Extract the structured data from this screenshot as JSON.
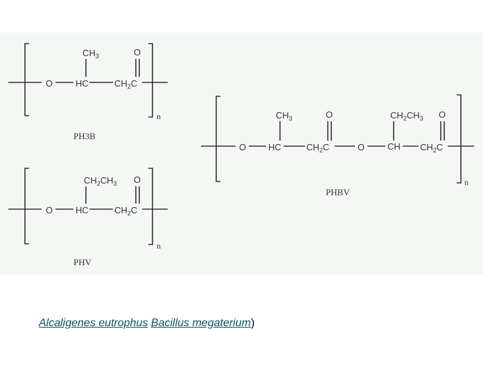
{
  "figure": {
    "ph3b": {
      "name": "PH3B",
      "atoms": {
        "o": "O",
        "hc": "HC",
        "ch2": "CH",
        "ch2_sub": "2",
        "c": "C",
        "carbonyl_o": "O"
      },
      "side_chain": {
        "base": "CH",
        "sub": "3"
      },
      "repeat": "n"
    },
    "phv": {
      "name": "PHV",
      "atoms": {
        "o": "O",
        "hc": "HC",
        "ch2": "CH",
        "ch2_sub": "2",
        "c": "C",
        "carbonyl_o": "O"
      },
      "side_chain": {
        "a": "CH",
        "a_sub": "2",
        "b": "CH",
        "b_sub": "3"
      },
      "repeat": "n"
    },
    "phbv": {
      "name": "PHBV",
      "atoms": {
        "o1": "O",
        "hc": "HC",
        "ch2a": "CH",
        "ch2a_sub": "2",
        "c1": "C",
        "o1_carbonyl": "O",
        "o2": "O",
        "ch": "CH",
        "ch2b": "CH",
        "ch2b_sub": "2",
        "c2": "C",
        "o2_carbonyl": "O"
      },
      "side_chain_1": {
        "base": "CH",
        "sub": "3"
      },
      "side_chain_2": {
        "a": "CH",
        "a_sub": "2",
        "b": "CH",
        "b_sub": "3"
      },
      "repeat": "n"
    }
  },
  "caption": {
    "link1": "Alcaligenes eutrophus",
    "link2": "Bacillus megaterium",
    "close_paren": ")"
  },
  "colors": {
    "background": "#f4f7f4",
    "ink": "#333333",
    "link": "#0e4e5b"
  }
}
